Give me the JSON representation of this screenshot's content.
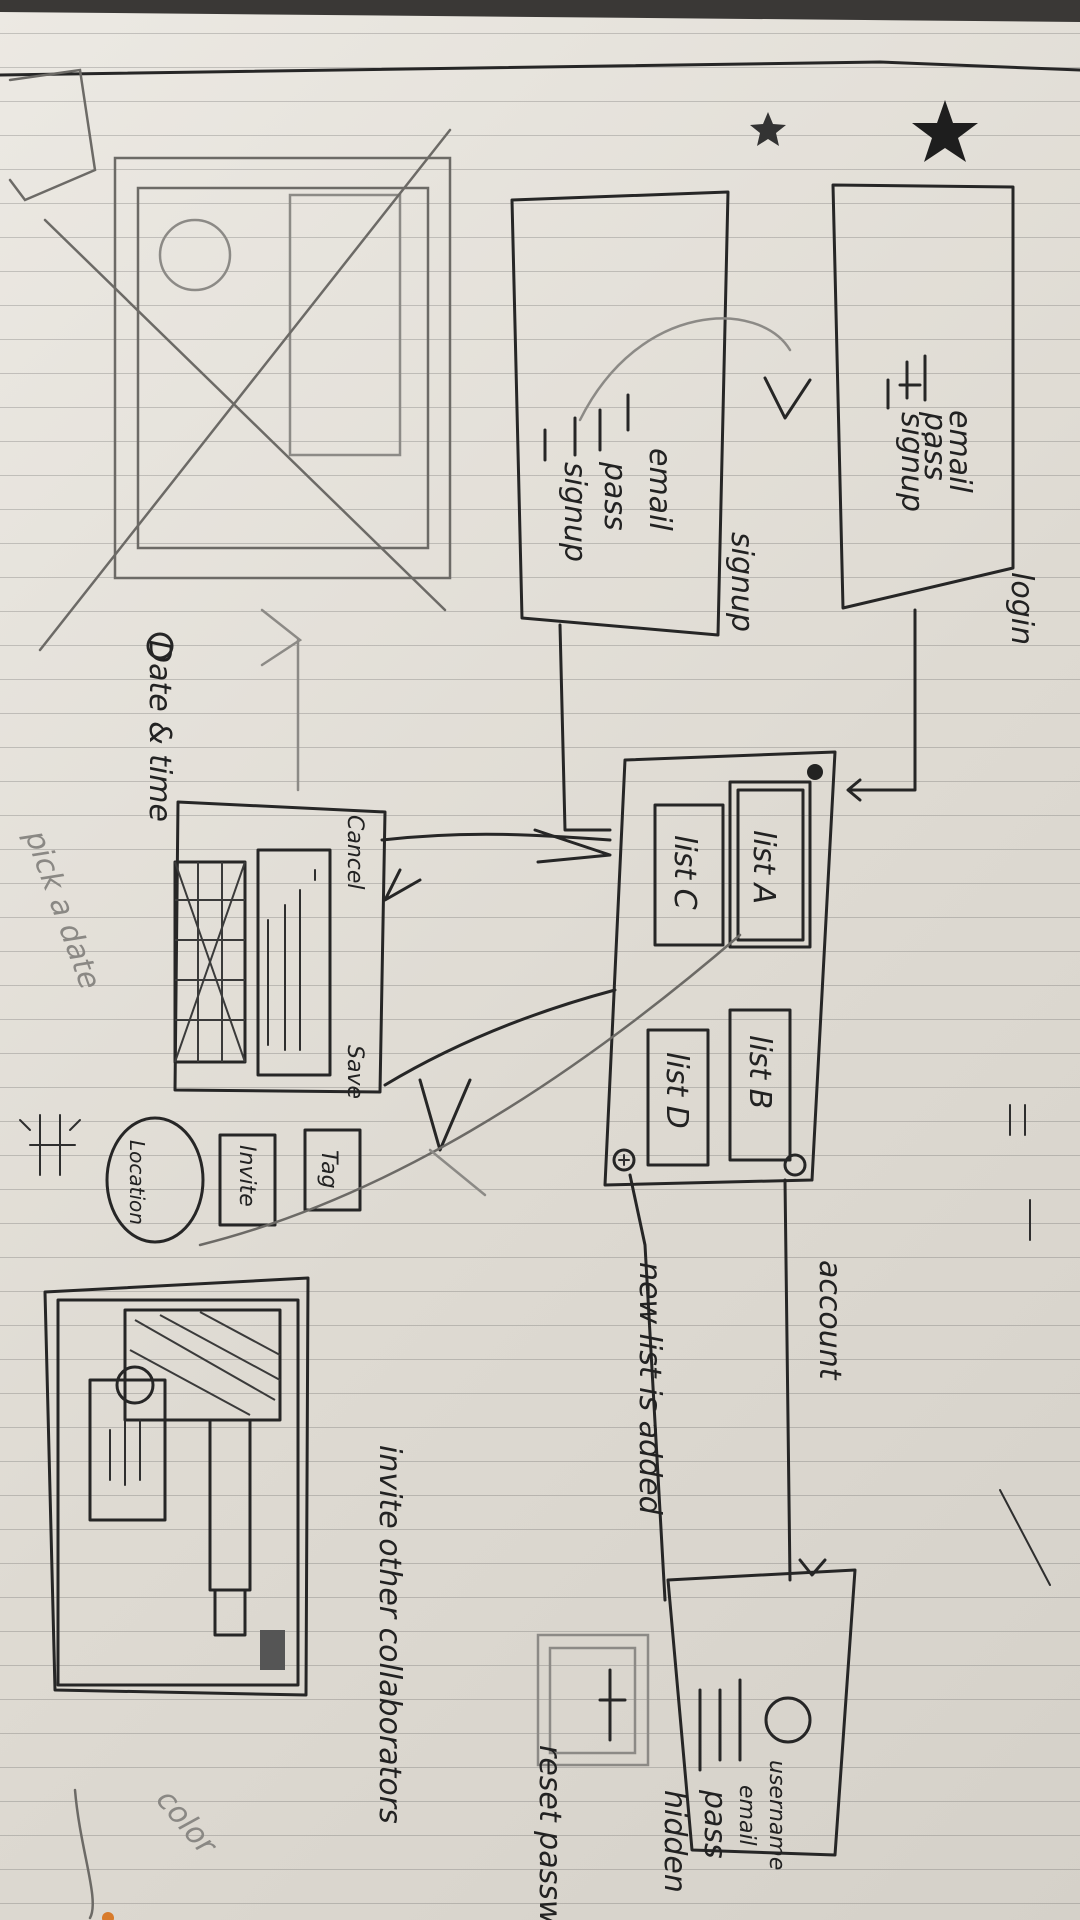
{
  "screens": {
    "login": {
      "title": "login",
      "fields": [
        "email",
        "pass",
        "signup"
      ]
    },
    "signup": {
      "title": "signup",
      "fields": [
        "email",
        "pass",
        "signup"
      ]
    },
    "lists": {
      "items": [
        "list A",
        "list C",
        "list B",
        "list D"
      ]
    },
    "edit": {
      "cancel_label": "Cancel",
      "save_label": "Save",
      "date_time_label": "Date & time",
      "pick_date_label": "pick a date",
      "buttons": [
        "Invite",
        "Tag",
        "Location"
      ]
    },
    "detail": {
      "invite_note": "invite other collaborators"
    },
    "account": {
      "username_label": "username",
      "email_label": "email",
      "pass_label": "pass",
      "hidden_label": "hidden",
      "reset_label": "reset password"
    }
  },
  "annotations": {
    "account": "account",
    "new_list": "new list is added",
    "color": "color"
  }
}
